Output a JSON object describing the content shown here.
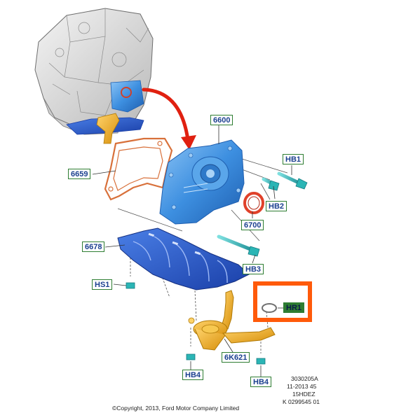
{
  "diagram": {
    "labels": {
      "part_6600": "6600",
      "part_6659": "6659",
      "part_hb1": "HB1",
      "part_hb2": "HB2",
      "part_6700": "6700",
      "part_6678": "6678",
      "part_hb3": "HB3",
      "part_hs1": "HS1",
      "part_hr1": "HR1",
      "part_6k621": "6K621",
      "part_hb4_left": "HB4",
      "part_hb4_right": "HB4"
    },
    "reference": {
      "line1": "3030205A",
      "line2": "11-2013 45",
      "line3": "15HDEZ",
      "line4": "K 0299545 01"
    },
    "copyright": "©Copyright, 2013, Ford Motor Company Limited",
    "colors": {
      "label_border": "#2e7d32",
      "label_text": "#1a3f8f",
      "highlight_box": "#ff5a0a",
      "pump_blue": "#3d8fe0",
      "pan_blue": "#2255c8",
      "pickup_yellow": "#f2b01e",
      "gasket_orange": "#d8703a",
      "seal_red": "#e0412a",
      "arrow_red": "#e02010",
      "bolt_teal": "#2bb5b5"
    }
  }
}
